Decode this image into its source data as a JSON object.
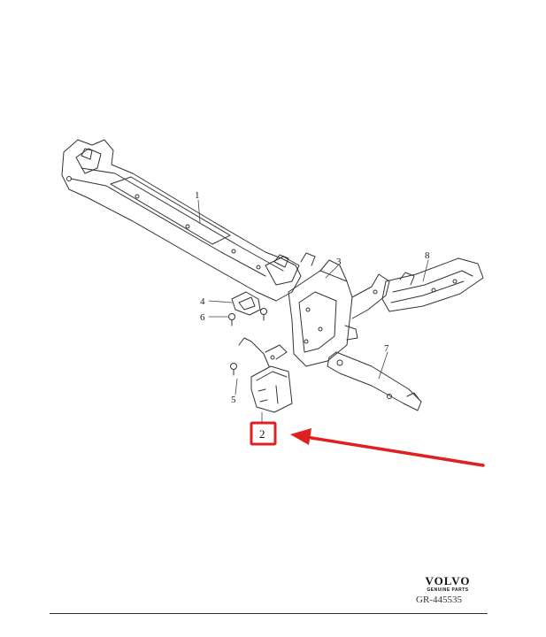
{
  "parts": [
    {
      "id": "part-1",
      "label": "1"
    },
    {
      "id": "part-3",
      "label": "3"
    },
    {
      "id": "part-4",
      "label": "4"
    },
    {
      "id": "part-5",
      "label": "5"
    },
    {
      "id": "part-6",
      "label": "6"
    },
    {
      "id": "part-7",
      "label": "7"
    },
    {
      "id": "part-8",
      "label": "8"
    }
  ],
  "callout": {
    "label": "2",
    "color": "#e02020"
  },
  "brand": {
    "name": "VOLVO",
    "subtitle": "GENUINE PARTS"
  },
  "reference_code": "GR-445535"
}
